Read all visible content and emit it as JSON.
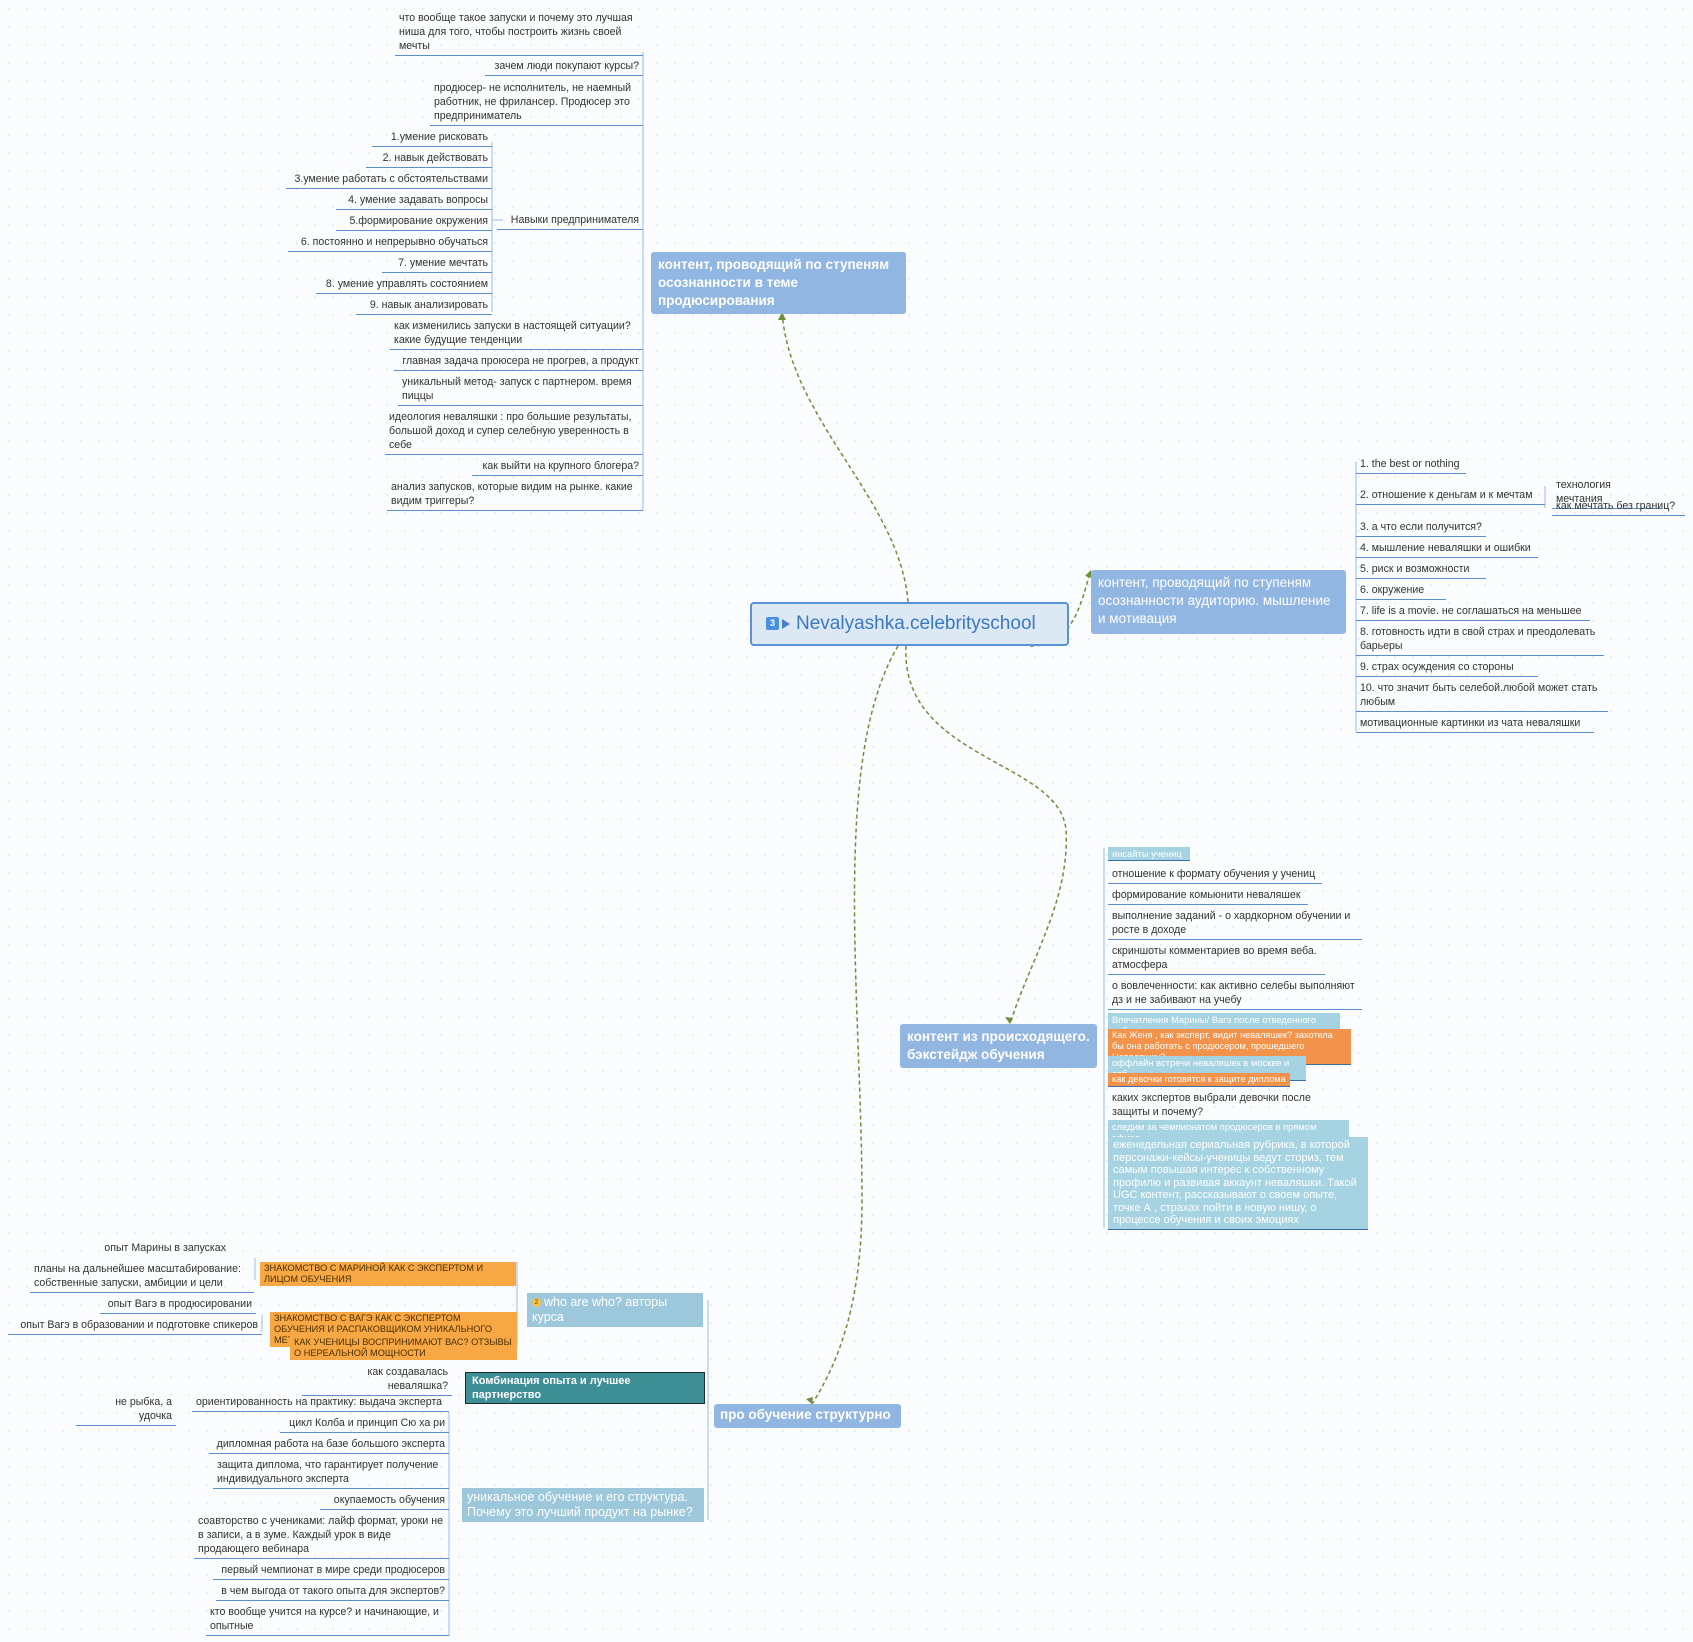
{
  "central": {
    "badge": "3",
    "title": "Nevalyashka.celebrityschool"
  },
  "branch1": {
    "title": "контент, проводящий по ступеням осознанности в теме продюсирования",
    "items": [
      "что вообще такое запуски и почему это лучшая ниша для того, чтобы построить жизнь своей мечты",
      "зачем люди покупают курсы?",
      "продюсер- не исполнитель, не наемный работник, не фрилансер. Продюсер это предприниматель",
      "Навыки предпринимателя",
      "как изменились запуски в настоящей ситуации? какие будущие тенденции",
      "главная задача проюсера не прогрев, а продукт",
      "уникальный метод- запуск с партнером. время пиццы",
      "идеология неваляшки : про большие результаты, большой доход и супер селебную уверенность в себе",
      "как выйти на крупного блогера?",
      "анализ запусков, которые видим на рынке. какие видим триггеры?"
    ],
    "skills": [
      "1.умение рисковать",
      "2. навык действовать",
      "3.умение работать с обстоятельствами",
      "4. умение задавать вопросы",
      "5.формирование окружения",
      "6. постоянно и непрерывно обучаться",
      "7. умение мечтать",
      "8. умение управлять состоянием",
      "9. навык анализировать"
    ]
  },
  "branch2": {
    "title": "контент, проводящий по ступеням осознанности аудиторию. мышление и мотивация",
    "items": [
      "1. the best or nothing",
      "2. отношение к деньгам и к мечтам",
      "3. а что если получится?",
      "4. мышление неваляшки и ошибки",
      "5. риск и возможности",
      "6. окружение",
      "7. life is a movie. не соглашаться на меньшее",
      "8. готовность идти в свой страх и преодолевать барьеры",
      "9. страх осуждения со стороны",
      "10. что значит быть селебой.любой может стать любым",
      "мотивационные картинки из чата неваляшки"
    ],
    "dream_items": [
      "технология мечтания",
      "как мечтать без границ?"
    ]
  },
  "branch3": {
    "title": "контент из происходящего. бэкстейдж обучения",
    "items": [
      "инсайты учениц",
      "отношение к формату обучения у учениц",
      "формирование комьюнити неваляшек",
      "выполнение заданий - о хардкорном обучении и росте в доходе",
      "скриншоты комментариев во время веба. атмосфера",
      "о вовлеченности: как активно селебы выполняют дз и не забивают на учебу",
      "Впечатления Марины/ Вагэ после отведенного веба",
      "Как Женя , как эксперт, видит неваляшек? захотела бы она работать с продюсером, прошедшего Неваляшку?",
      "оффлайн встречи неваляшек в москве и спб",
      "как девочки готовятся к защите диплома",
      "каких экспертов выбрали девочки после защиты и почему?",
      "следим за чемпионатом продюсеров в прямом эфире",
      "еженедельная сериальная  рубрика, в которой персонажи-кейсы-ученицы ведут сториз, тем самым повышая интерес к собственному профилю и развивая аккаунт неваляшки. Такой UGC контент, рассказывают о своем опыте, точке А , страхах пойти в новую нишу, о процессе обучения и своих эмоциях"
    ]
  },
  "branch4": {
    "title": "про обучение структурно",
    "who": {
      "badge": "2",
      "title": "who are who? авторы курса",
      "marina_box": "ЗНАКОМСТВО С МАРИНОЙ КАК С ЭКСПЕРТОМ И ЛИЦОМ ОБУЧЕНИЯ",
      "marina_items": [
        "опыт Марины в запусках",
        "планы на дальнейшее масштабирование: собственные запуски, амбиции и цели"
      ],
      "vage_box": "ЗНАКОМСТВО С ВАГЭ КАК С ЭКСПЕРТОМ ОБУЧЕНИЯ И РАСПАКОВЩИКОМ УНИКАЛЬНОГО МЕТОДА",
      "vage_items": [
        "опыт Вагэ в продюсировании",
        "опыт Вагэ в образовании и подготовке спикеров"
      ],
      "reviews_box": "КАК УЧЕНИЦЫ ВОСПРИНИМАЮТ ВАС? ОТЗЫВЫ О НЕРЕАЛЬНОЙ МОЩНОСТИ"
    },
    "combo": {
      "title": "Комбинация опыта и лучшее партнерство",
      "item": "как создавалась неваляшка?"
    },
    "unique": {
      "title": "уникальное обучение и его структура. Почему это лучший продукт на рынке?",
      "practice": "ориентированность на практику: выдача эксперта",
      "fish": "не рыбка, а удочка",
      "items": [
        "цикл Колба и принцип Сю ха ри",
        "дипломная работа на базе большого эксперта",
        "защита диплома, что гарантирует получение индивидуального эксперта",
        "окупаемость обучения",
        "соавторство с учениками: лайф формат, уроки не в записи, а в зуме. Каждый урок в виде продающего вебинара",
        "первый чемпионат в мире среди продюсеров",
        "в чем выгода от такого опыта для экспертов?",
        "кто вообще учится на курсе? и начинающие, и опытные"
      ]
    }
  },
  "colors": {
    "main_topic": "#92b6e2",
    "line": "#5b8fd0",
    "connector": "#6b8e3a",
    "orange": "#f7a845",
    "light_blue": "#a6d3e2",
    "dark_teal": "#3e8e96"
  }
}
